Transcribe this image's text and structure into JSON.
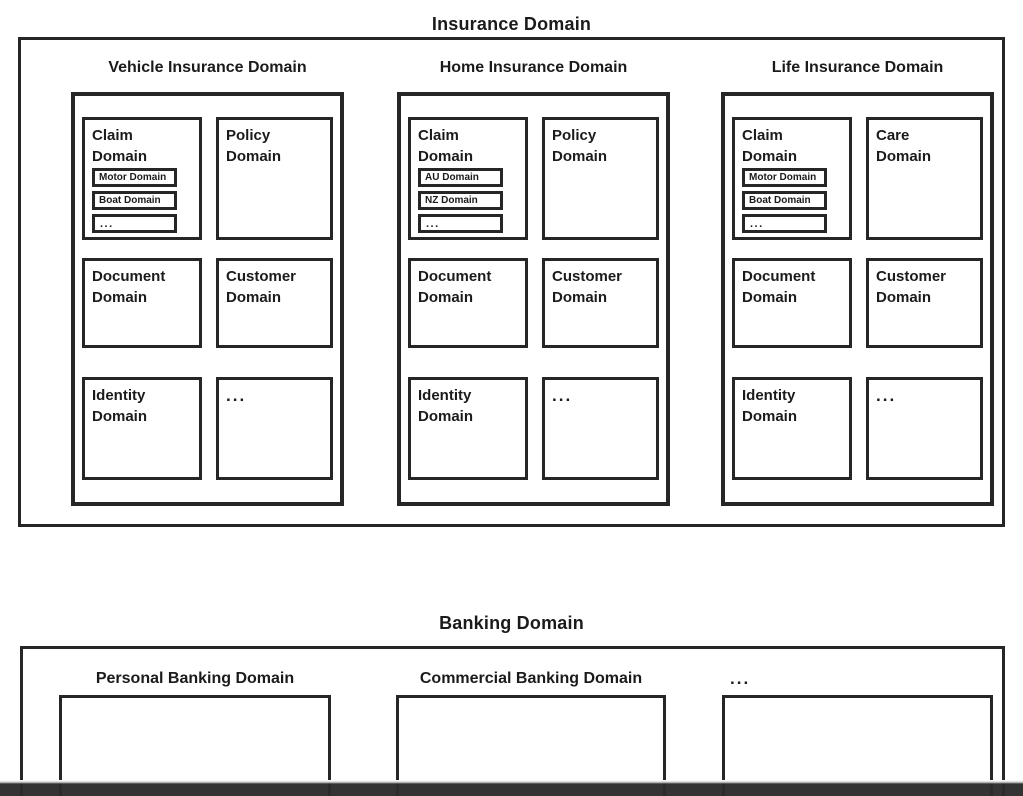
{
  "insurance": {
    "title": "Insurance Domain",
    "groups": [
      {
        "title": "Vehicle Insurance Domain",
        "claim": {
          "label": "Claim Domain",
          "sub": [
            "Motor Domain",
            "Boat Domain",
            "..."
          ]
        },
        "top_right": "Policy Domain",
        "document": "Document Domain",
        "customer": "Customer Domain",
        "identity": "Identity Domain",
        "more": "..."
      },
      {
        "title": "Home Insurance Domain",
        "claim": {
          "label": "Claim Domain",
          "sub": [
            "AU Domain",
            "NZ Domain",
            "..."
          ]
        },
        "top_right": "Policy Domain",
        "document": "Document Domain",
        "customer": "Customer Domain",
        "identity": "Identity Domain",
        "more": "..."
      },
      {
        "title": "Life Insurance Domain",
        "claim": {
          "label": "Claim Domain",
          "sub": [
            "Motor Domain",
            "Boat Domain",
            "..."
          ]
        },
        "top_right": "Care Domain",
        "document": "Document Domain",
        "customer": "Customer Domain",
        "identity": "Identity Domain",
        "more": "..."
      }
    ]
  },
  "banking": {
    "title": "Banking Domain",
    "groups": [
      {
        "title": "Personal Banking Domain"
      },
      {
        "title": "Commercial Banking Domain"
      },
      {
        "title": "..."
      }
    ]
  }
}
